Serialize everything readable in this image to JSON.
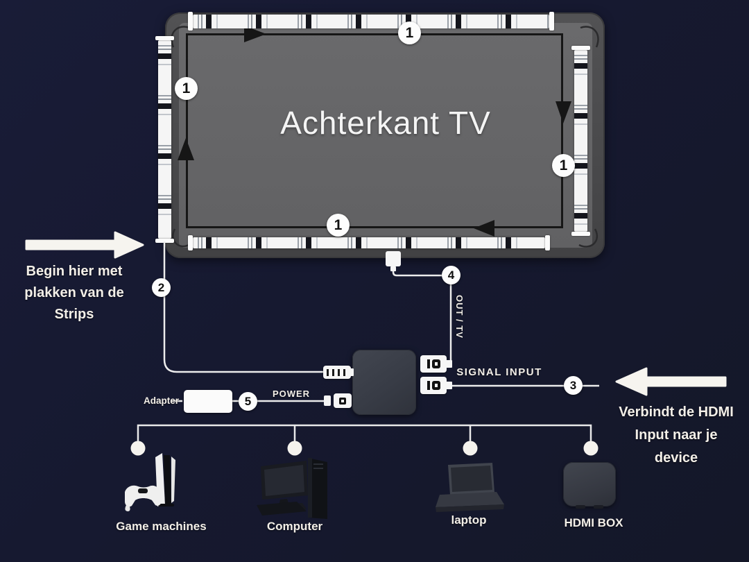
{
  "tv": {
    "title": "Achterkant TV"
  },
  "steps": {
    "s1": "1",
    "s2": "2",
    "s3": "3",
    "s4": "4",
    "s5": "5"
  },
  "labels": {
    "out_tv": "OUT / TV",
    "signal_input": "SIGNAL INPUT",
    "power": "POWER",
    "adapter": "Adapter"
  },
  "notes": {
    "left": [
      "Begin hier met",
      "plakken van de",
      "Strips"
    ],
    "right": [
      "Verbindt de HDMI",
      "Input naar je",
      "device"
    ]
  },
  "devices": [
    {
      "id": "game-machines",
      "label": "Game machines"
    },
    {
      "id": "computer",
      "label": "Computer"
    },
    {
      "id": "laptop",
      "label": "laptop"
    },
    {
      "id": "hdmi-box",
      "label": "HDMI BOX"
    }
  ],
  "colors": {
    "background": "#171a31",
    "tv_frame": "#4a4a4c",
    "tv_panel": "#656567",
    "strip": "#f5f5f5",
    "wire": "#ededed",
    "route_line": "#161616",
    "controller_box": "#383c46",
    "text": "#f3efe8"
  }
}
